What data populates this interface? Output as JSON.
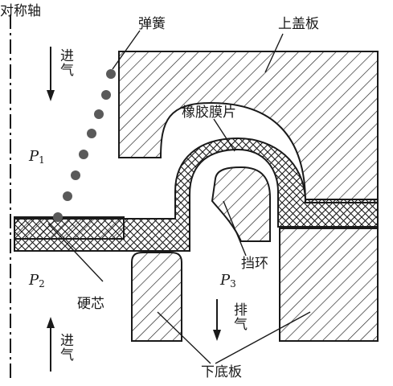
{
  "labels": {
    "axis": "对称轴",
    "spring": "弹簧",
    "top_cover": "上盖板",
    "rubber_membrane": "橡胶膜片",
    "hard_core": "硬芯",
    "stop_ring": "挡环",
    "bottom_plate": "下底板",
    "inlet_top": "进气",
    "inlet_bottom": "进气",
    "exhaust": "排气"
  },
  "pressures": {
    "p1": {
      "symbol": "P",
      "sub": "1"
    },
    "p2": {
      "symbol": "P",
      "sub": "2"
    },
    "p3": {
      "symbol": "P",
      "sub": "3"
    }
  },
  "colors": {
    "line": "#1a1a1a",
    "background": "#ffffff",
    "spring_dots": "#5a5a5a"
  }
}
